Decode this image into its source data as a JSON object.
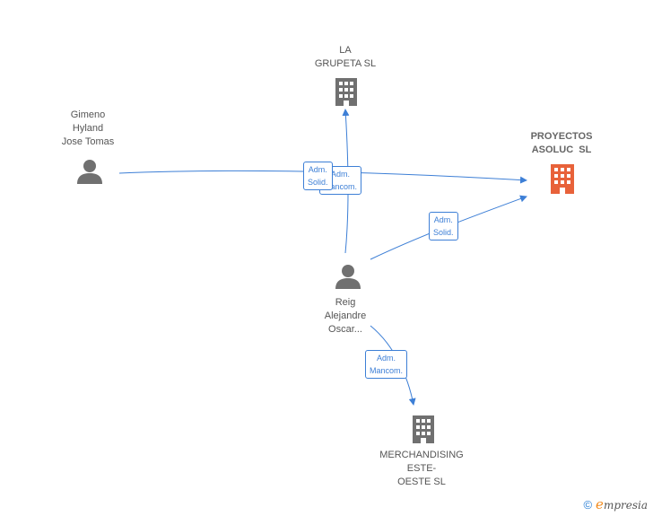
{
  "colors": {
    "edge": "#3d7fd6",
    "company": "#707070",
    "focus_company": "#e8623a",
    "person": "#707070"
  },
  "nodes": {
    "la_grupeta": {
      "label": "LA\nGRUPETA SL",
      "icon": "building-icon"
    },
    "proyectos": {
      "label": "PROYECTOS\nASOLUC  SL",
      "icon": "building-icon"
    },
    "gimeno": {
      "label": "Gimeno\nHyland\nJose Tomas",
      "icon": "person-icon"
    },
    "reig": {
      "label": "Reig\nAlejandre\nOscar...",
      "icon": "person-icon"
    },
    "merchandising": {
      "label": "MERCHANDISING\nESTE-\nOESTE SL",
      "icon": "building-icon"
    }
  },
  "edges": {
    "gimeno_proyectos": "Adm.\nSolid.",
    "reig_lagrupeta": "Adm.\nMancom.",
    "reig_proyectos": "Adm.\nSolid.",
    "reig_merchandising": "Adm.\nMancom."
  },
  "footer": {
    "copyright": "©",
    "brand_initial": "e",
    "brand_rest": "mpresia"
  }
}
